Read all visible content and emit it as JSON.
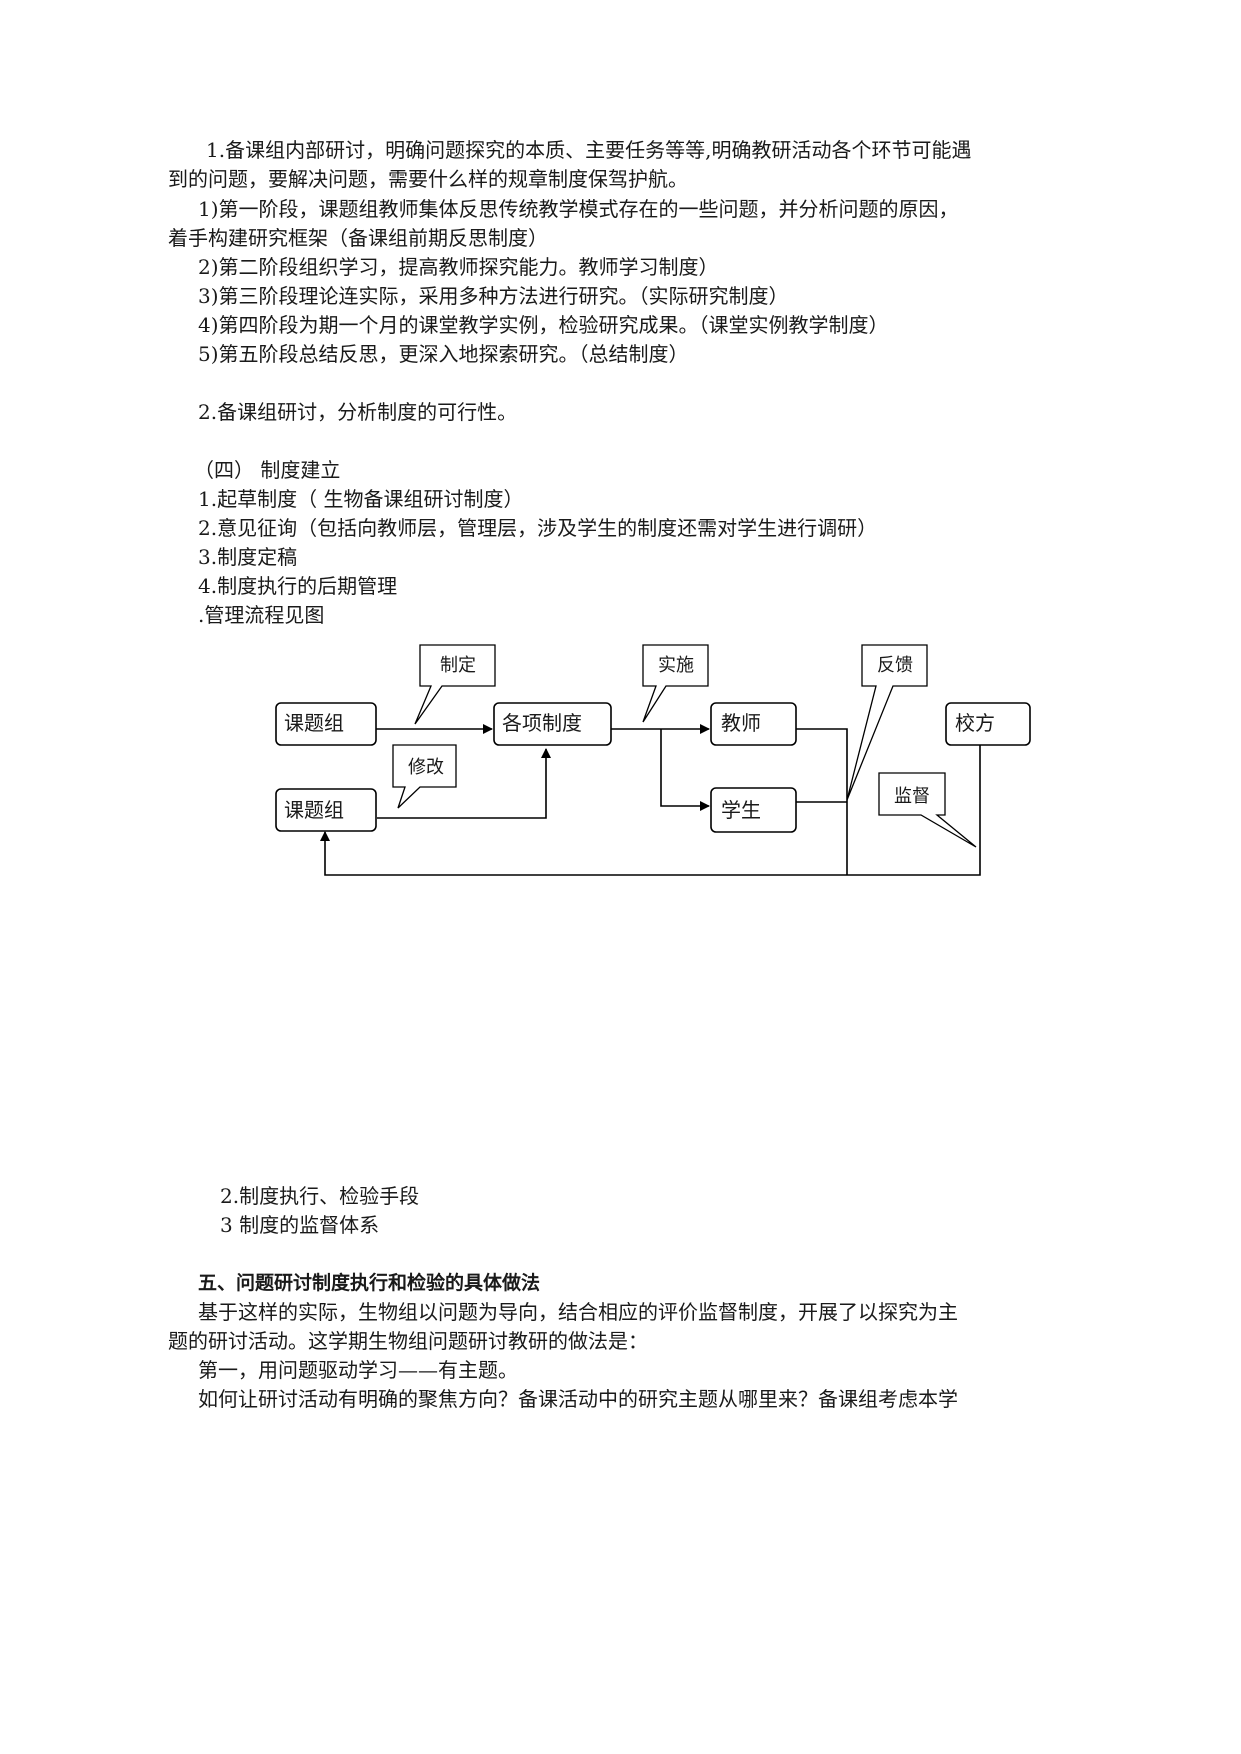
{
  "document": {
    "p1_line1": "1.备课组内部研讨，明确问题探究的本质、主要任务等等,明确教研活动各个环节可能遇",
    "p1_line2": "到的问题，要解决问题，需要什么样的规章制度保驾护航。",
    "s1_line1": "1)第一阶段，课题组教师集体反思传统教学模式存在的一些问题，并分析问题的原因，",
    "s1_line2": "着手构建研究框架（备课组前期反思制度）",
    "s2": "2)第二阶段组织学习，提高教师探究能力。教师学习制度）",
    "s3": "3)第三阶段理论连实际，采用多种方法进行研究。（实际研究制度）",
    "s4": "4)第四阶段为期一个月的课堂教学实例，检验研究成果。（课堂实例教学制度）",
    "s5": "5)第五阶段总结反思，更深入地探索研究。（总结制度）",
    "p2": "2.备课组研讨，分析制度的可行性。",
    "sec4_title": "（四）  制度建立",
    "sec4_i1": "1.起草制度（  生物备课组研讨制度）",
    "sec4_i2": "2.意见征询（包括向教师层，管理层，涉及学生的制度还需对学生进行调研）",
    "sec4_i3": "3.制度定稿",
    "sec4_i4": "4.制度执行的后期管理",
    "sec4_i5": ".管理流程见图",
    "after_i2": "2.制度执行、检验手段",
    "after_i3": "3 制度的监督体系",
    "sec5_title": "五、问题研讨制度执行和检验的具体做法",
    "sec5_p1_line1": "基于这样的实际，生物组以问题为导向，结合相应的评价监督制度，开展了以探究为主",
    "sec5_p1_line2": "题的研讨活动。这学期生物组问题研讨教研的做法是：",
    "sec5_p2": "第一，用问题驱动学习——有主题。",
    "sec5_p3": "如何让研讨活动有明确的聚焦方向？备课活动中的研究主题从哪里来？备课组考虑本学"
  },
  "flowchart": {
    "nodes": {
      "group_top": "课题组",
      "systems": "各项制度",
      "teacher": "教师",
      "student": "学生",
      "school": "校方",
      "group_bottom": "课题组"
    },
    "callouts": {
      "formulate": "制定",
      "implement": "实施",
      "feedback": "反馈",
      "revise": "修改",
      "supervise": "监督"
    }
  }
}
